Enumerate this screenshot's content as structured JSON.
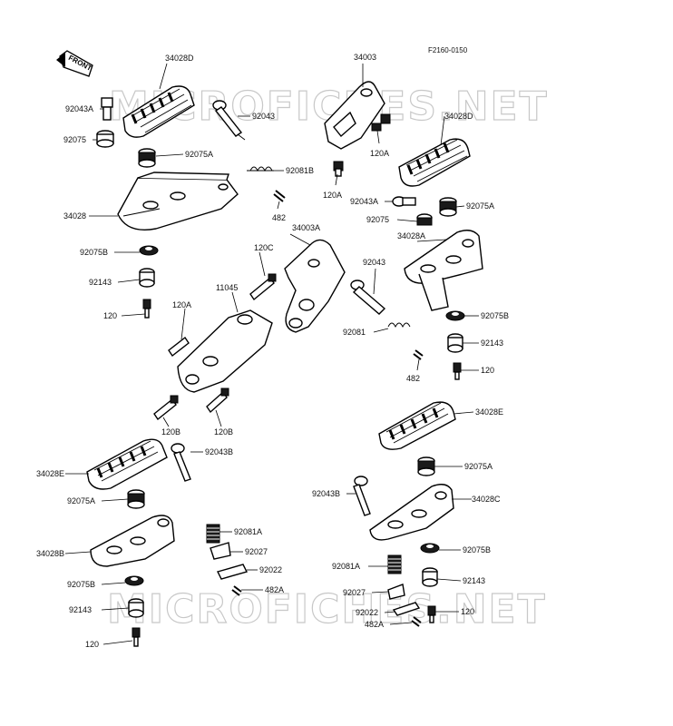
{
  "diagram_code": "F2160-0150",
  "front_label": "FRONT",
  "watermarks": [
    "MICROFICHES.NET",
    "MICROFICHES.NET"
  ],
  "labels": {
    "p34028D_top": "34028D",
    "p92043A_left": "92043A",
    "p92043_top": "92043",
    "p92075_left": "92075",
    "p92075A_left": "92075A",
    "p92081B": "92081B",
    "p482_top": "482",
    "p34028_left": "34028",
    "p92075B_left": "92075B",
    "p92143_left": "92143",
    "p120_left": "120",
    "p34003": "34003",
    "p34028D_right": "34028D",
    "p120A_r1": "120A",
    "p120A_r2": "120A",
    "p92043A_right": "92043A",
    "p92075_right": "92075",
    "p92075A_right": "92075A",
    "p34028A": "34028A",
    "p92043_right": "92043",
    "p92075B_right": "92075B",
    "p92081": "92081",
    "p92143_right": "92143",
    "p482_right": "482",
    "p120_right": "120",
    "p34003A": "34003A",
    "p120C": "120C",
    "p11045": "11045",
    "p120A_mid": "120A",
    "p120B_a": "120B",
    "p120B_b": "120B",
    "p34028E_right": "34028E",
    "p92075A_rb": "92075A",
    "p92043B_right": "92043B",
    "p34028C": "34028C",
    "p92075B_rb": "92075B",
    "p92081A_right": "92081A",
    "p92143_rb": "92143",
    "p92027_right": "92027",
    "p92022_right": "92022",
    "p120_rb": "120",
    "p482A_right": "482A",
    "p34028E_left": "34028E",
    "p92043B_left": "92043B",
    "p92075A_lb": "92075A",
    "p92081A_left": "92081A",
    "p34028B": "34028B",
    "p92027_left": "92027",
    "p92022_left": "92022",
    "p92075B_lb": "92075B",
    "p482A_left": "482A",
    "p92143_lb": "92143",
    "p120_lb": "120"
  }
}
